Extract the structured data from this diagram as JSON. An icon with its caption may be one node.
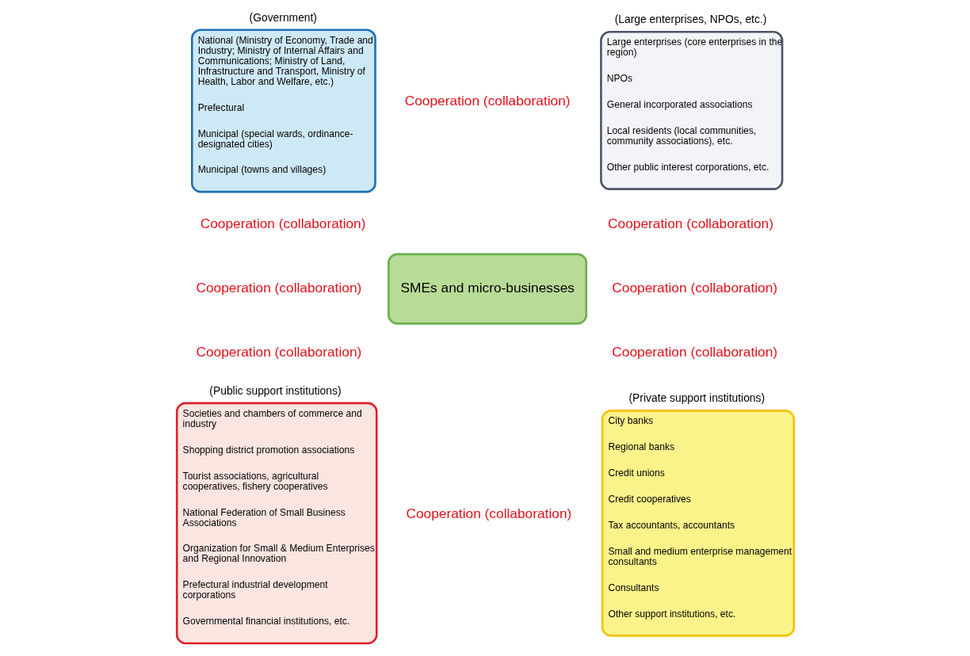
{
  "diagram": {
    "nodes": [
      {
        "text": [
          "(Government)",
          "National (Ministry of Economy, Trade and Industry; Ministry of Internal Affairs and Communications; Ministry of Land, Infrastructure and Transport, Ministry of Health, Labor and Welfare, etc.)",
          "Prefectural",
          "Municipal (special wards, ordinance-designated cities)",
          "Municipal (towns and villages)"
        ]
      },
      {
        "text": [
          "(Large enterprises, NPOs, etc.)",
          "Large enterprises (core enterprises in the region)",
          "NPOs",
          "General incorporated associations",
          "Local residents (local communities, community associations), etc.",
          "Other public interest corporations, etc."
        ]
      },
      {
        "text": [
          "SMEs and micro-businesses"
        ]
      },
      {
        "text": [
          "(Public support institutions)",
          "Societies and chambers of commerce and industry",
          "Shopping district promotion associations",
          "Tourist associations, agricultural cooperatives, fishery cooperatives",
          "National Federation of Small Business Associations",
          "Organization for Small & Medium Enterprises and Regional Innovation",
          "Prefectural industrial development corporations",
          "Governmental financial institutions, etc."
        ]
      },
      {
        "text": [
          "(Private support institutions)",
          "City banks",
          "Regional banks",
          "Credit unions",
          "Credit cooperatives",
          "Tax accountants, accountants",
          "Small and medium enterprise management consultants",
          "Consultants",
          "Other support institutions, etc."
        ]
      }
    ],
    "labels": [
      "Cooperation (collaboration)",
      "Cooperation (collaboration)",
      "Cooperation (collaboration)",
      "Cooperation (collaboration)",
      "Cooperation (collaboration)",
      "Cooperation (collaboration)",
      "Cooperation (collaboration)",
      "Cooperation (collaboration)"
    ]
  }
}
